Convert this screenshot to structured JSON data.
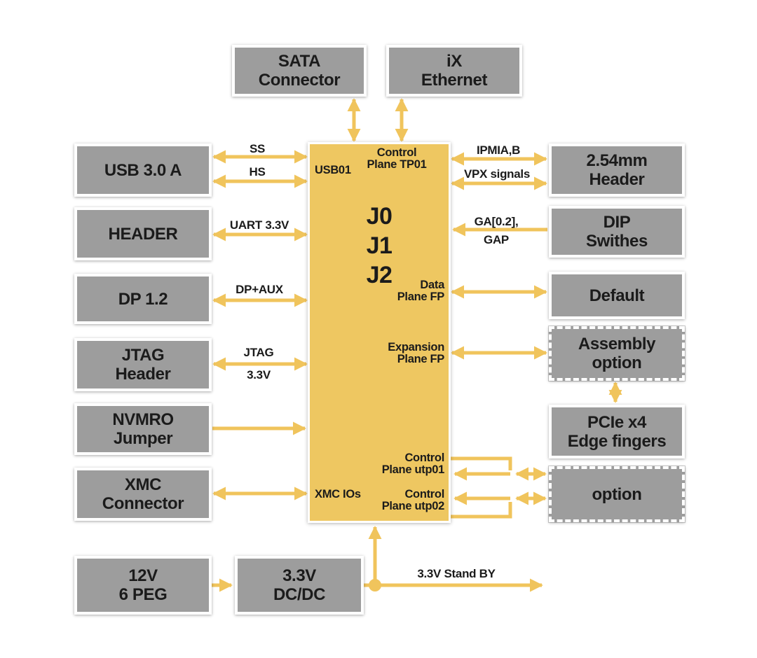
{
  "colors": {
    "background": "#ffffff",
    "box_fill": "#9d9d9d",
    "block_fill": "#eec761",
    "accent": "#f0c45c",
    "text": "#1b1b1b"
  },
  "boxes": {
    "sata": "SATA\nConnector",
    "ix_ethernet": "iX\nEthernet",
    "usb_30_a": "USB 3.0 A",
    "header": "HEADER",
    "dp_12": "DP 1.2",
    "jtag_header": "JTAG\nHeader",
    "nvmro_jumper": "NVMRO\nJumper",
    "xmc_connector": "XMC\nConnector",
    "v12_6peg": "12V\n6 PEG",
    "dcdc_33v": "3.3V\nDC/DC",
    "header_254mm": "2.54mm\nHeader",
    "dip_switches": "DIP\nSwithes",
    "default": "Default",
    "assembly_option": "Assembly\noption",
    "pcie_x4": "PCIe x4\nEdge fingers",
    "option": "option"
  },
  "center_block": {
    "usb01": "USB01",
    "control_plane_tp01": "Control\nPlane TP01",
    "connectors": "J0\nJ1\nJ2",
    "data_plane_fp": "Data\nPlane FP",
    "expansion_plane_fp": "Expansion\nPlane FP",
    "control_plane_utp01": "Control\nPlane utp01",
    "control_plane_utp02": "Control\nPlane utp02",
    "xmc_ios": "XMC IOs"
  },
  "wire_labels": {
    "ss": "SS",
    "hs": "HS",
    "uart": "UART 3.3V",
    "dp_aux": "DP+AUX",
    "jtag_line1": "JTAG",
    "jtag_line2": "3.3V",
    "ipmi": "IPMIA,B",
    "vpx": "VPX signals",
    "ga_line1": "GA[0.2],",
    "ga_line2": "GAP",
    "standby": "3.3V Stand BY"
  }
}
